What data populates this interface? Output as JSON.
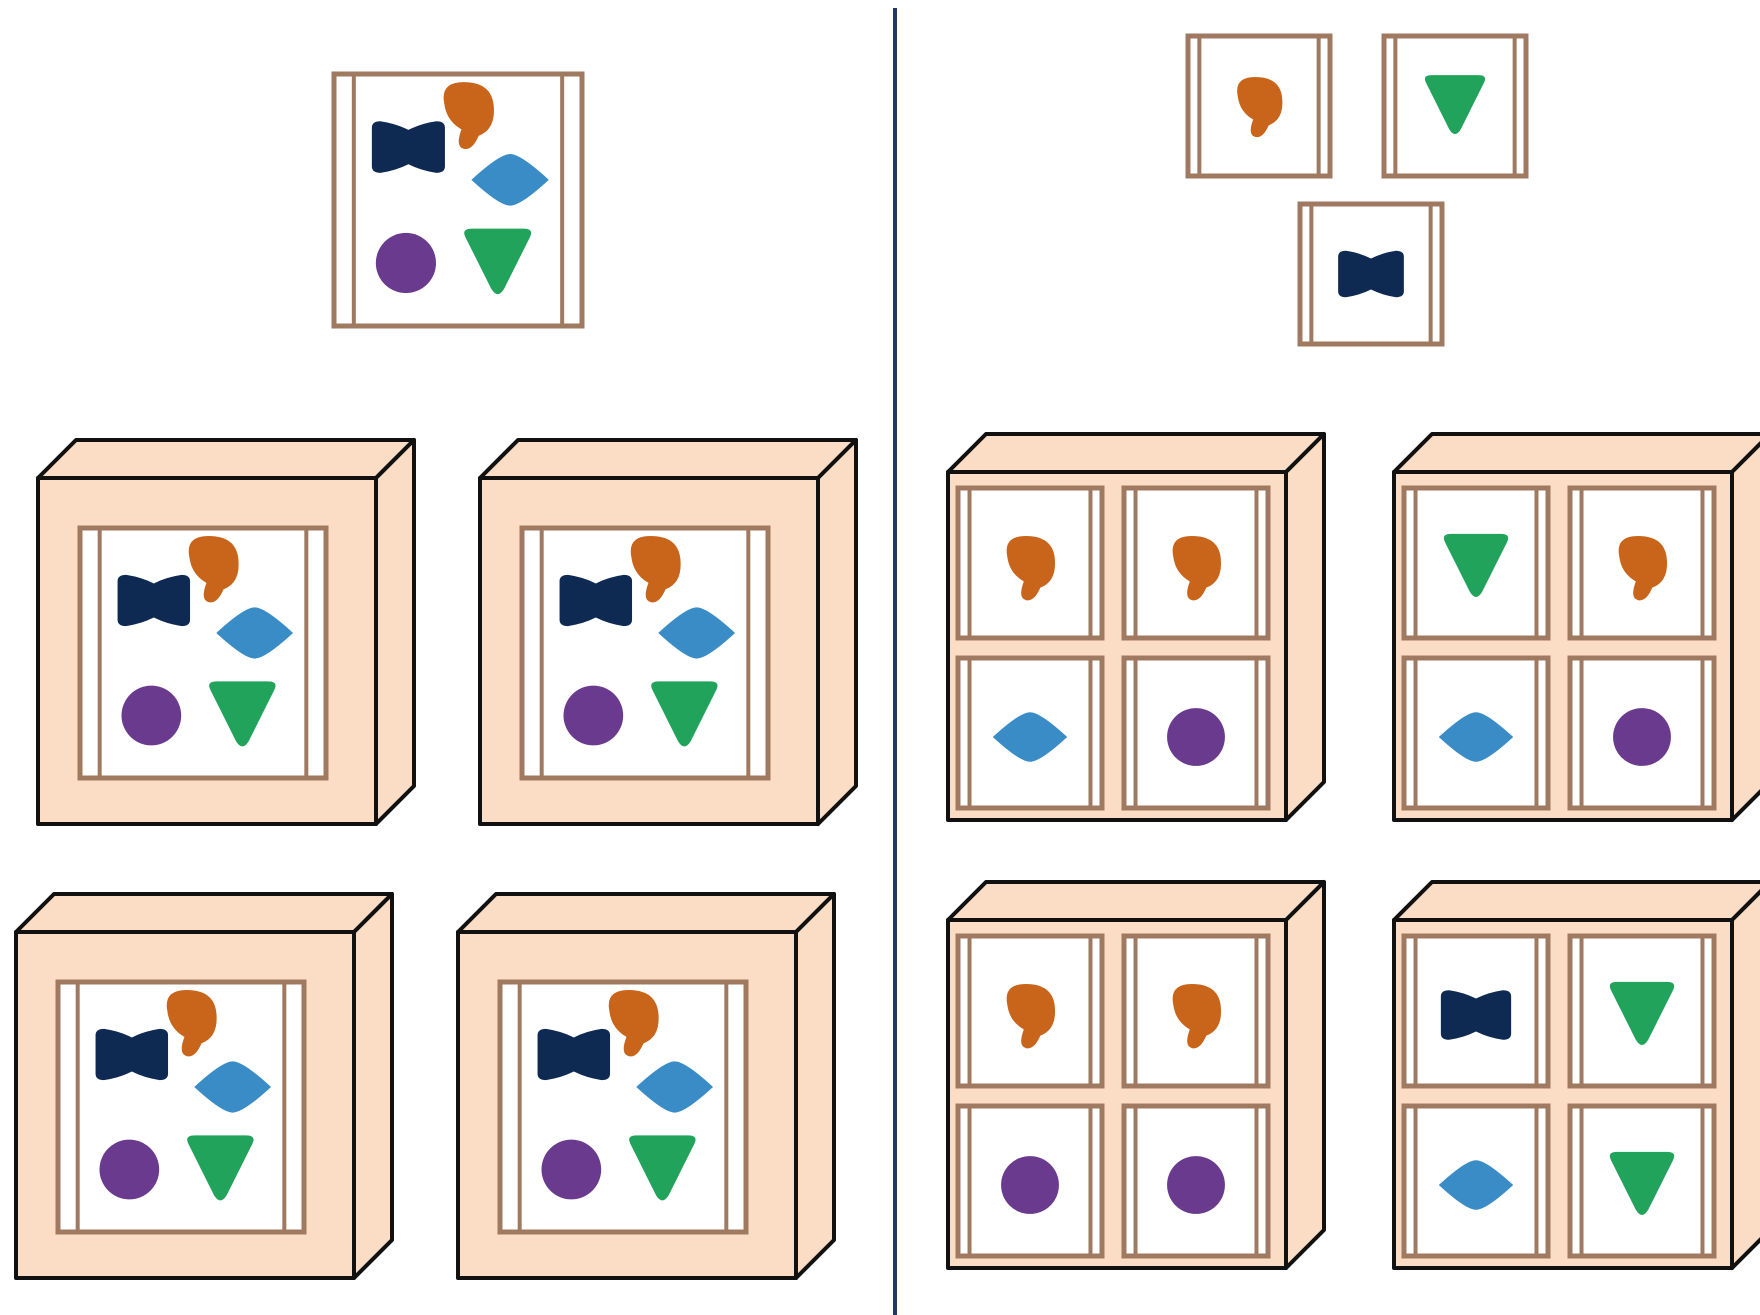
{
  "colors": {
    "background": "#ffffff",
    "divider": "#1f3a5f",
    "frame": "#a07a60",
    "box_face": "#fbdcc4",
    "box_outline": "#111111",
    "window": "#ffffff",
    "orange": "#c8651b",
    "navy": "#0f2a52",
    "blue": "#3a8cc6",
    "purple": "#6a3a8e",
    "green": "#21a35c"
  },
  "shape_icons": [
    "orange-blob-icon",
    "navy-bowtie-icon",
    "blue-diamond-icon",
    "purple-circle-icon",
    "green-triangle-icon"
  ],
  "left_panel": {
    "card_shapes": [
      "orange",
      "navy",
      "blue",
      "purple",
      "green"
    ],
    "box_count": 4
  },
  "right_panel": {
    "cards": [
      [
        "orange"
      ],
      [
        "green"
      ],
      [
        "navy"
      ]
    ],
    "boxes": [
      [
        "orange",
        "orange",
        "blue",
        "purple"
      ],
      [
        "green",
        "orange",
        "blue",
        "purple"
      ],
      [
        "orange",
        "orange",
        "purple",
        "purple"
      ],
      [
        "navy",
        "green",
        "blue",
        "green"
      ]
    ]
  }
}
